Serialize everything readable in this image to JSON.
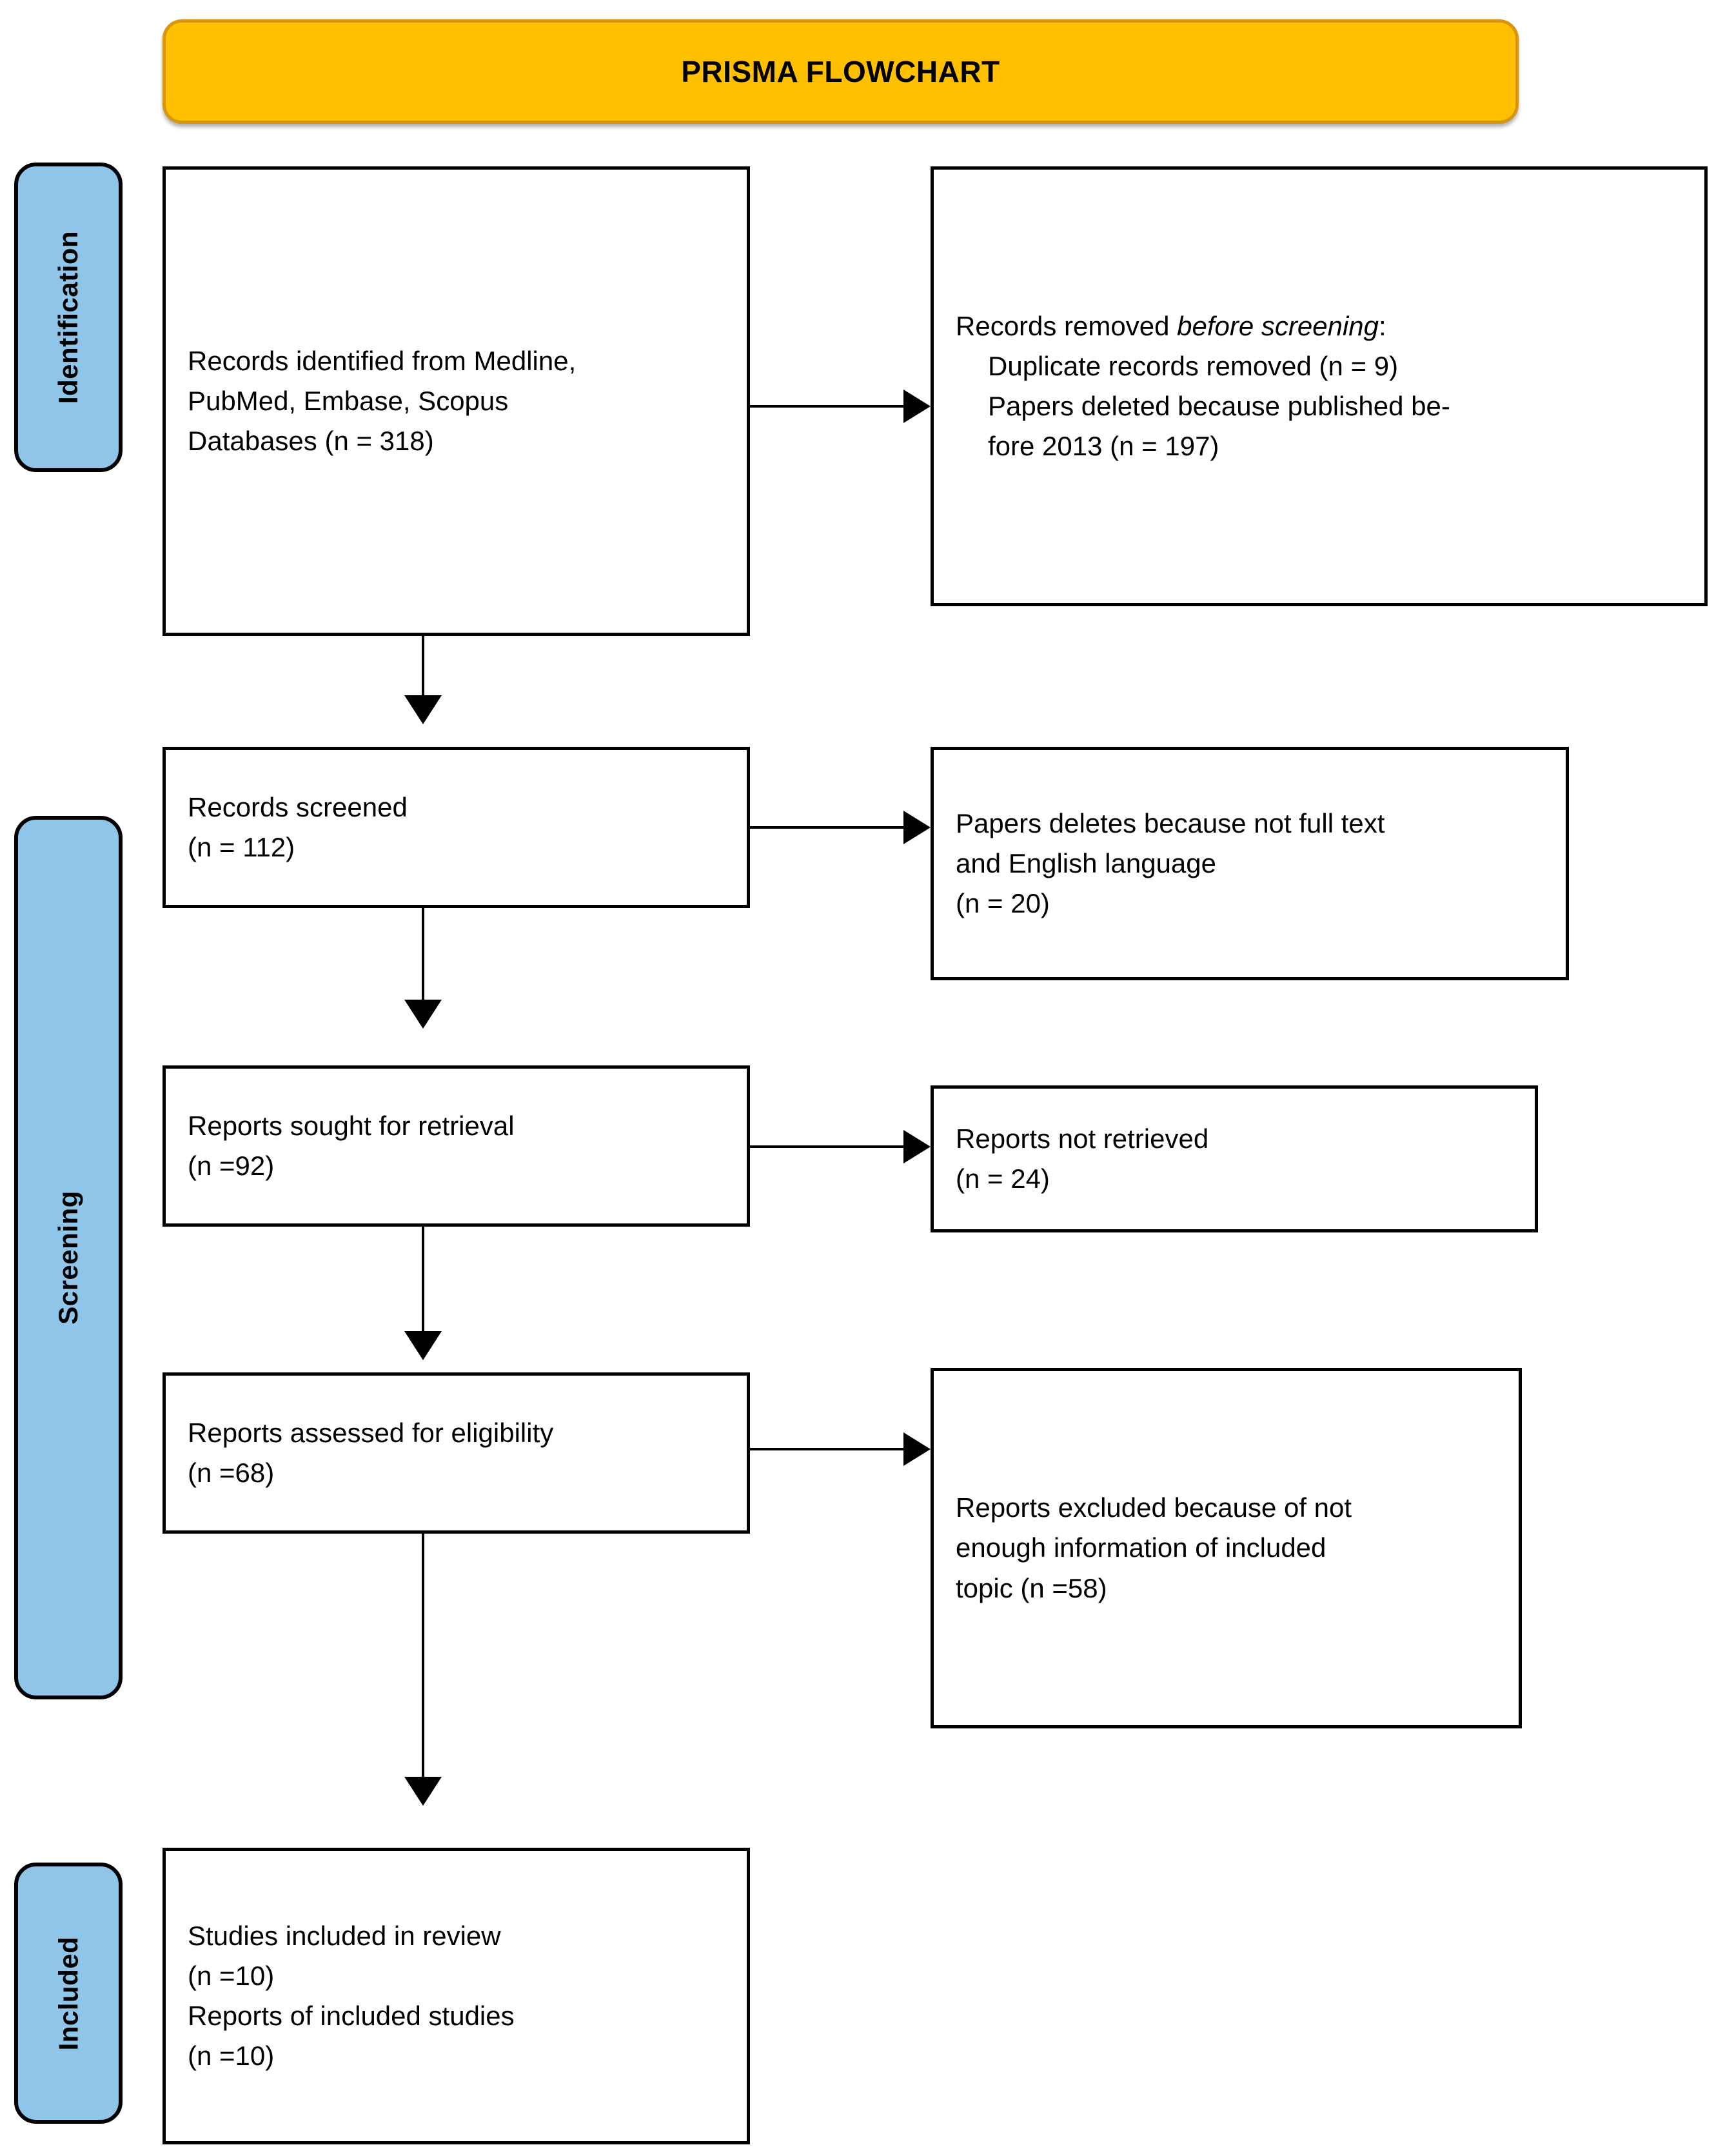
{
  "header": {
    "title": "PRISMA FLOWCHART",
    "background_color": "#FFC000",
    "border_color": "#D79512"
  },
  "stages": [
    {
      "label": "Identification",
      "color": "#8FC5E8"
    },
    {
      "label": "Screening",
      "color": "#8FC5E8"
    },
    {
      "label": "Included",
      "color": "#8FC5E8"
    }
  ],
  "boxes": {
    "identified": {
      "line1": "Records identified from Medline,",
      "line2": "PubMed, Embase, Scopus",
      "line3": "Databases (n = 318)"
    },
    "removed_before_screening": {
      "line1_prefix": "Records removed ",
      "line1_italic": "before screening",
      "line1_suffix": ":",
      "line2": "Duplicate records removed (n = 9)",
      "line3": "Papers deleted because published be-",
      "line4": "fore 2013 (n = 197)"
    },
    "records_screened": {
      "line1": "Records screened",
      "line2": "(n = 112)"
    },
    "papers_deleted": {
      "line1": "Papers deletes because not full text",
      "line2": "and English language",
      "line3": "(n = 20)"
    },
    "reports_sought": {
      "line1": "Reports sought for retrieval",
      "line2": "(n =92)"
    },
    "reports_not_retrieved": {
      "line1": "Reports not retrieved",
      "line2": "(n = 24)"
    },
    "reports_assessed": {
      "line1": "Reports assessed for eligibility",
      "line2": "(n =68)"
    },
    "reports_excluded": {
      "line1": "Reports excluded because of not",
      "line2": "enough information of included",
      "line3": "topic (n =58)"
    },
    "studies_included": {
      "line1": "Studies included in review",
      "line2": "(n =10)",
      "line3": "Reports of included studies",
      "line4": "(n =10)"
    }
  },
  "chart_data": {
    "type": "diagram",
    "title": "PRISMA FLOWCHART",
    "nodes": [
      {
        "id": "identified",
        "stage": "Identification",
        "label": "Records identified from Medline, PubMed, Embase, Scopus Databases",
        "n": 318
      },
      {
        "id": "removed_before_screening",
        "stage": "Identification",
        "label": "Records removed before screening",
        "items": [
          {
            "label": "Duplicate records removed",
            "n": 9
          },
          {
            "label": "Papers deleted because published before 2013",
            "n": 197
          }
        ]
      },
      {
        "id": "records_screened",
        "stage": "Screening",
        "label": "Records screened",
        "n": 112
      },
      {
        "id": "papers_deleted",
        "stage": "Screening",
        "label": "Papers deletes because not full text and English language",
        "n": 20
      },
      {
        "id": "reports_sought",
        "stage": "Screening",
        "label": "Reports sought for retrieval",
        "n": 92
      },
      {
        "id": "reports_not_retrieved",
        "stage": "Screening",
        "label": "Reports not retrieved",
        "n": 24
      },
      {
        "id": "reports_assessed",
        "stage": "Screening",
        "label": "Reports assessed for eligibility",
        "n": 68
      },
      {
        "id": "reports_excluded",
        "stage": "Screening",
        "label": "Reports excluded because of not enough information of included topic",
        "n": 58
      },
      {
        "id": "studies_included",
        "stage": "Included",
        "label": "Studies included in review",
        "n": 10
      },
      {
        "id": "reports_of_included",
        "stage": "Included",
        "label": "Reports of included studies",
        "n": 10
      }
    ],
    "edges": [
      {
        "from": "identified",
        "to": "removed_before_screening",
        "direction": "right"
      },
      {
        "from": "identified",
        "to": "records_screened",
        "direction": "down"
      },
      {
        "from": "records_screened",
        "to": "papers_deleted",
        "direction": "right"
      },
      {
        "from": "records_screened",
        "to": "reports_sought",
        "direction": "down"
      },
      {
        "from": "reports_sought",
        "to": "reports_not_retrieved",
        "direction": "right"
      },
      {
        "from": "reports_sought",
        "to": "reports_assessed",
        "direction": "down"
      },
      {
        "from": "reports_assessed",
        "to": "reports_excluded",
        "direction": "right"
      },
      {
        "from": "reports_assessed",
        "to": "studies_included",
        "direction": "down"
      }
    ]
  }
}
